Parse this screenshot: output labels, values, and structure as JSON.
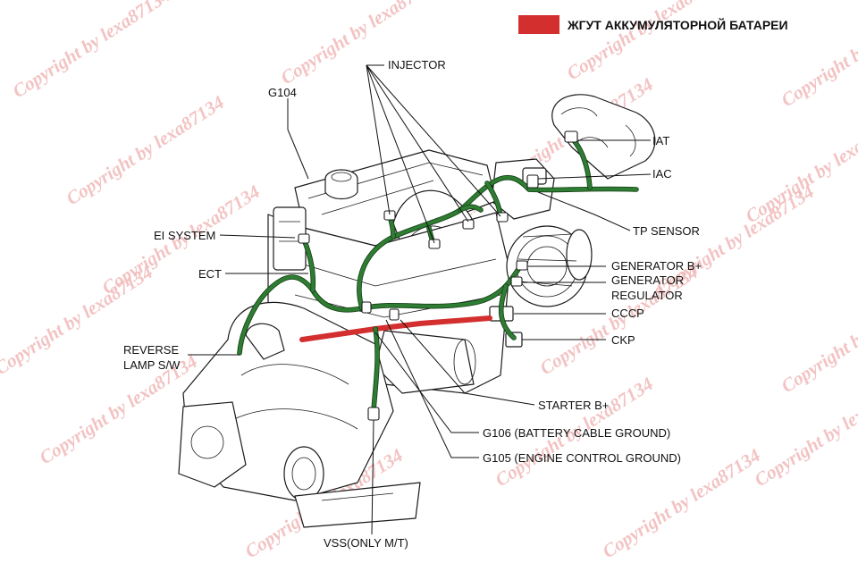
{
  "legend": {
    "color": "#d32f2f",
    "text": "ЖГУТ АККУМУЛЯТОРНОЙ БАТАРЕИ"
  },
  "labels": {
    "injector": "INJECTOR",
    "g104": "G104",
    "iat": "IAT",
    "iac": "IAC",
    "tp_sensor": "TP SENSOR",
    "ei_system": "EI SYSTEM",
    "ect": "ECT",
    "generator_b": "GENERATOR B+",
    "generator_regulator_1": "GENERATOR",
    "generator_regulator_2": "REGULATOR",
    "cccp": "CCCP",
    "ckp": "CKP",
    "reverse_lamp_1": "REVERSE",
    "reverse_lamp_2": "LAMP S/W",
    "starter_b": "STARTER B+",
    "g106": "G106 (BATTERY CABLE GROUND)",
    "g105": "G105 (ENGINE CONTROL GROUND)",
    "vss": "VSS(ONLY M/T)"
  },
  "watermark": "Copyright by lexa87134",
  "colors": {
    "harness": "#2e7d32",
    "battery_harness": "#d32f2f",
    "watermark": "#f1b9b9"
  }
}
